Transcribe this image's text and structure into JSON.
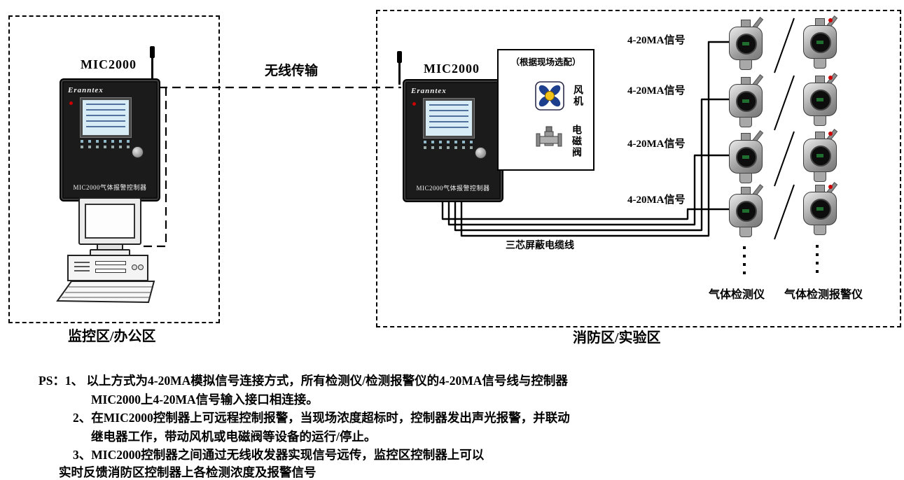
{
  "zones": {
    "monitoring": {
      "label": "监控区/办公区"
    },
    "fire": {
      "label": "消防区/实验区"
    }
  },
  "links": {
    "wireless_label": "无线传输"
  },
  "controllers": {
    "left": {
      "model": "MIC2000",
      "brand": "Eranntex",
      "panel_text": "MIC2000气体报警控制器"
    },
    "right": {
      "model": "MIC2000",
      "brand": "Eranntex",
      "panel_text": "MIC2000气体报警控制器"
    }
  },
  "optional_box": {
    "title": "（根据现场选配）",
    "fan_label": "风机",
    "valve_label": "电磁阀"
  },
  "signals": [
    "4-20MA信号",
    "4-20MA信号",
    "4-20MA信号",
    "4-20MA信号"
  ],
  "cable_label": "三芯屏蔽电缆线",
  "detector_groups": {
    "left_label": "气体检测仪",
    "right_label": "气体检测报警仪"
  },
  "notes": [
    "PS：1、 以上方式为4-20MA模拟信号连接方式，所有检测仪/检测报警仪的4-20MA信号线与控制器",
    "MIC2000上4-20MA信号输入接口相连接。",
    "2、在MIC2000控制器上可远程控制报警，当现场浓度超标时，控制器发出声光报警，并联动",
    "继电器工作，带动风机或电磁阀等设备的运行/停止。",
    "3、MIC2000控制器之间通过无线收发器实现信号远传，监控区控制器上可以",
    "实时反馈消防区控制器上各检测浓度及报警信号"
  ],
  "colors": {
    "wire": "#000000",
    "screen": "#d8ecf5",
    "fan_blade": "#1e3e8e",
    "fan_hub": "#f2c21a",
    "alarm_red": "#cc0000"
  }
}
